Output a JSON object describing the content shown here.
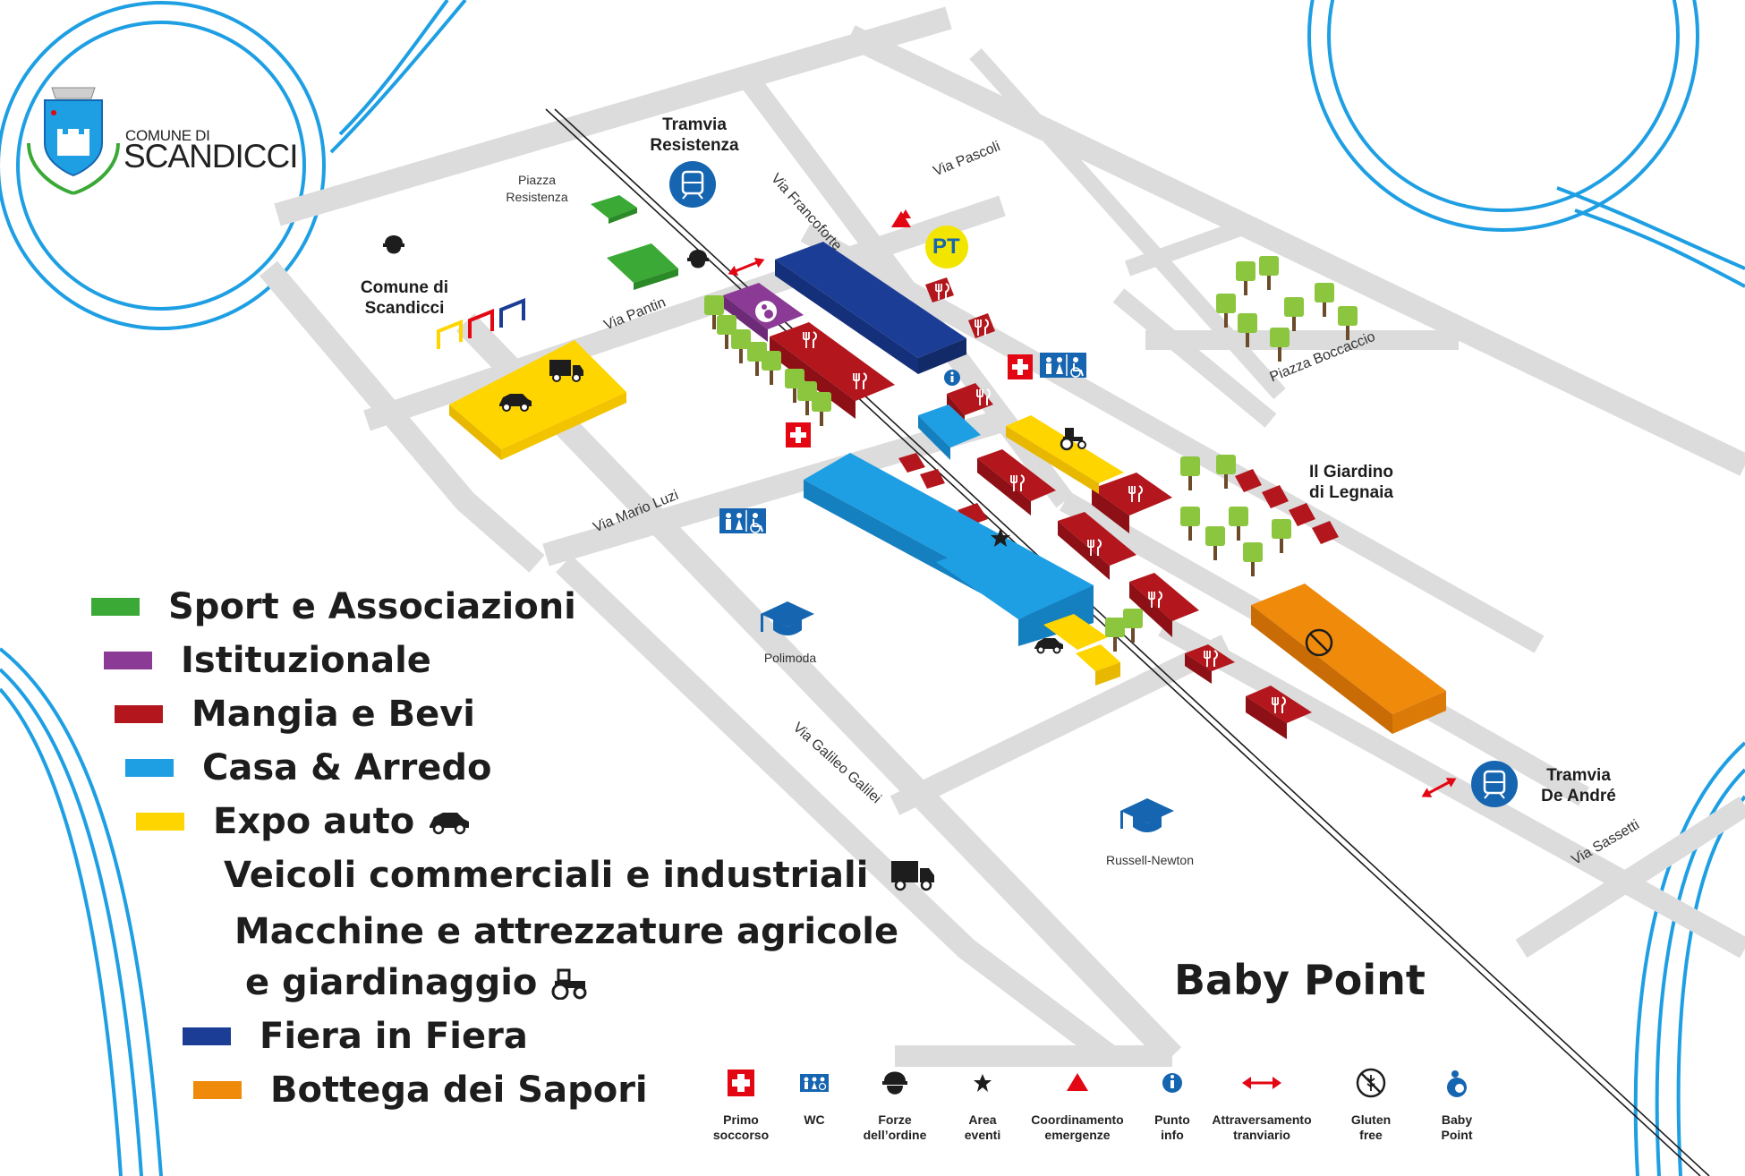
{
  "logo": {
    "line1": "COMUNE DI",
    "line2": "SCANDICCI"
  },
  "places": {
    "tramvia_resistenza": "Tramvia\nResistenza",
    "piazza_resistenza": "Piazza\nResistenza",
    "comune_di_scandicci": "Comune di\nScandicci",
    "il_giardino": "Il Giardino\ndi Legnaia",
    "polimoda": "Polimoda",
    "russell_newton": "Russell-Newton",
    "tramvia_de_andre": "Tramvia\nDe André",
    "pt": "PT"
  },
  "streets": {
    "via_francoforte": "Via Francoforte",
    "via_pascoli": "Via Pascoli",
    "via_pantin": "Via Pantin",
    "piazza_boccaccio": "Piazza Boccaccio",
    "via_mario_luzi": "Via Mario Luzi",
    "via_galileo_galilei": "Via Galileo Galilei",
    "via_sassetti": "Via Sassetti"
  },
  "legend": [
    {
      "label": "Sport e Associazioni",
      "color": "#3aa935"
    },
    {
      "label": "Istituzionale",
      "color": "#8b3a96"
    },
    {
      "label": "Mangia e Bevi",
      "color": "#b3161c"
    },
    {
      "label": "Casa & Arredo",
      "color": "#1e9fe3"
    },
    {
      "label": "Expo auto",
      "color": "#ffd500",
      "icon": "car-icon"
    },
    {
      "label": "Veicoli commerciali e industriali",
      "icon": "truck-icon"
    },
    {
      "label": "Macchine e attrezzature agricole",
      "icon": ""
    },
    {
      "label": "e giardinaggio",
      "icon": "tractor-icon"
    },
    {
      "label": "Fiera in Fiera",
      "color": "#1b3d96"
    },
    {
      "label": "Bottega dei Sapori",
      "color": "#f08a0b"
    }
  ],
  "baby_point_title": "Baby Point",
  "key": [
    {
      "label": "Primo\nsoccorso",
      "icon": "first-aid-icon"
    },
    {
      "label": "WC",
      "icon": "wc-icon"
    },
    {
      "label": "Forze\ndell’ordine",
      "icon": "police-icon"
    },
    {
      "label": "Area\neventi",
      "icon": "star-icon"
    },
    {
      "label": "Coordinamento\nemergenze",
      "icon": "triangle-icon"
    },
    {
      "label": "Punto\ninfo",
      "icon": "info-icon"
    },
    {
      "label": "Attraversamento\ntranviario",
      "icon": "double-arrow-icon"
    },
    {
      "label": "Gluten\nfree",
      "icon": "gluten-free-icon"
    },
    {
      "label": "Baby\nPoint",
      "icon": "baby-icon"
    }
  ],
  "colors": {
    "road": "#dcdcdc",
    "ring": "#1e9fe3",
    "tram_line": "#1d1d1d",
    "icon_blue": "#1665b0",
    "red": "#e30613"
  }
}
